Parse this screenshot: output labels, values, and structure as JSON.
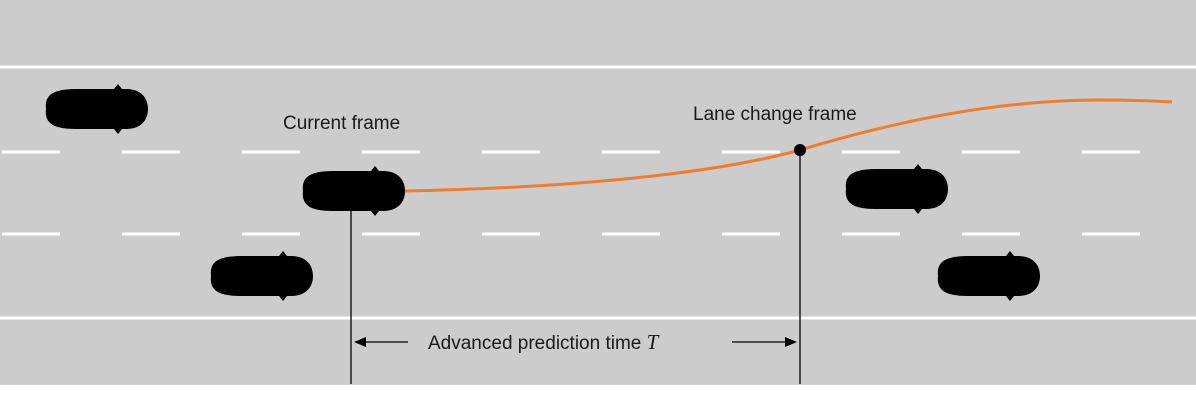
{
  "labels": {
    "current_frame": "Current frame",
    "lane_change_frame": "Lane change frame",
    "prediction_time": "Advanced prediction time",
    "prediction_symbol": "T"
  },
  "colors": {
    "road": "#cccccc",
    "lane_marking": "#ffffff",
    "ego_car": "#8fc36c",
    "ego_car_outline": "#3d6b2a",
    "other_car": "#7ac8e8",
    "other_car_outline": "#2e6f8c",
    "trajectory": "#ef7d2e",
    "marker": "#000000"
  },
  "icons": {
    "ego_vehicle": "car-top-view-icon",
    "surrounding_vehicle": "car-top-view-icon"
  }
}
